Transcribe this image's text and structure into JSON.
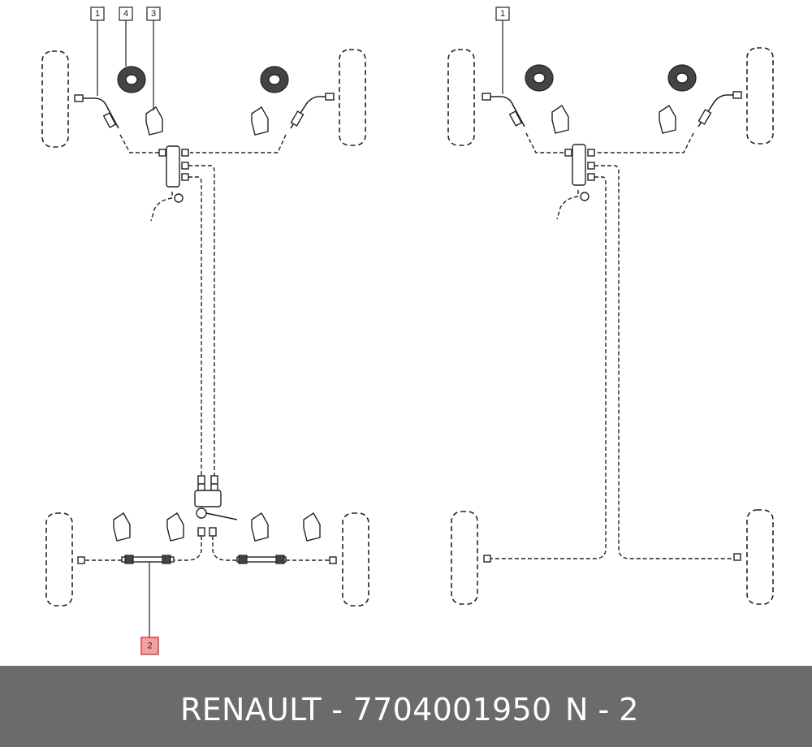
{
  "diagram": {
    "callouts_left": [
      {
        "id": "callout-1-left",
        "label": "1",
        "highlighted": false
      },
      {
        "id": "callout-4",
        "label": "4",
        "highlighted": false
      },
      {
        "id": "callout-3",
        "label": "3",
        "highlighted": false
      },
      {
        "id": "callout-2",
        "label": "2",
        "highlighted": true
      }
    ],
    "callouts_right": [
      {
        "id": "callout-1-right",
        "label": "1",
        "highlighted": false
      }
    ],
    "highlight_color": "#f4a0a0"
  },
  "footer": {
    "brand_part": "RENAULT - 7704001950",
    "page": "N - 2",
    "background_color": "#6b6b6b"
  }
}
